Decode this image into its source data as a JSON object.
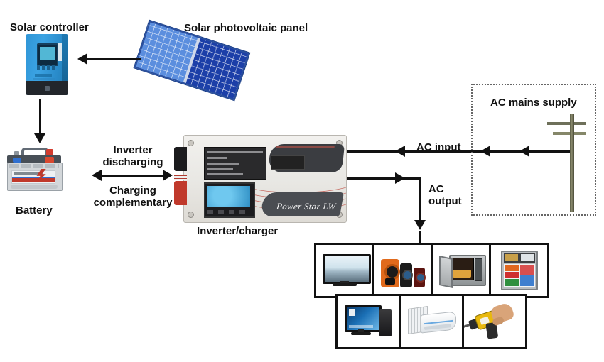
{
  "diagram": {
    "title": "Solar hybrid inverter/charger system diagram",
    "labels": {
      "solar_controller": "Solar controller",
      "solar_panel": "Solar photovoltaic panel",
      "battery": "Battery",
      "inverter_charger": "Inverter/charger",
      "inverter_discharging": "Inverter\ndischarging",
      "charging_complementary": "Charging\ncomplementary",
      "ac_input": "AC input",
      "ac_output": "AC\noutput",
      "ac_mains_supply": "AC mains supply"
    },
    "inverter_brand": "Power Star LW",
    "colors": {
      "line": "#111111",
      "panel_light": "#5b8ede",
      "panel_dark": "#1c3fa8",
      "controller_blue": "#2f95d6",
      "battery_red": "#c0392b",
      "mains_border": "#666666",
      "pole": "#6e705a"
    },
    "arrows": [
      {
        "name": "panel-to-controller",
        "direction": "left",
        "from": "Solar photovoltaic panel",
        "to": "Solar controller"
      },
      {
        "name": "controller-to-battery",
        "direction": "down",
        "from": "Solar controller",
        "to": "Battery"
      },
      {
        "name": "battery-inverter-bidirectional",
        "direction": "both",
        "from": "Battery",
        "to": "Inverter/charger"
      },
      {
        "name": "mains-to-inverter",
        "direction": "left",
        "from": "AC mains supply",
        "to": "Inverter/charger"
      },
      {
        "name": "inverter-to-loads",
        "direction": "down",
        "from": "Inverter/charger",
        "to": "Appliance loads"
      }
    ],
    "appliances": {
      "row1": [
        {
          "name": "television",
          "icon": "tv-icon"
        },
        {
          "name": "speakers",
          "icon": "speaker-icon"
        },
        {
          "name": "microwave-oven",
          "icon": "microwave-icon"
        },
        {
          "name": "refrigerator",
          "icon": "refrigerator-icon"
        }
      ],
      "row2": [
        {
          "name": "desktop-computer",
          "icon": "computer-icon"
        },
        {
          "name": "air-conditioner",
          "icon": "air-conditioner-icon"
        },
        {
          "name": "power-drill",
          "icon": "power-drill-icon"
        }
      ]
    }
  }
}
